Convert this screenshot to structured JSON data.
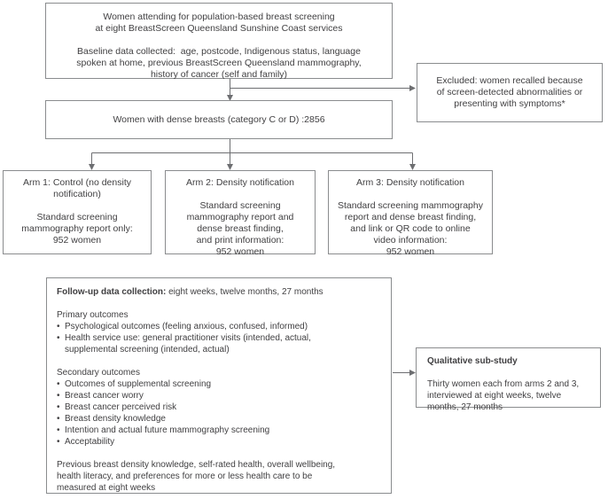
{
  "diagram": {
    "colors": {
      "border": "#8a8c8e",
      "connector": "#6d6e71",
      "text": "#414042"
    },
    "top_box": {
      "lines": [
        "Women attending for population-based breast screening",
        "at eight BreastScreen Queensland Sunshine Coast services",
        "",
        "Baseline data collected:  age, postcode, Indigenous status, language",
        "spoken at home, previous BreastScreen Queensland mammography,",
        "history of cancer (self and family)"
      ]
    },
    "excluded_box": {
      "lines": [
        "Excluded: women recalled because",
        "of screen-detected abnormalities or",
        "presenting with symptoms*"
      ]
    },
    "dense_box": {
      "text": "Women with dense breasts (category C or D) :2856"
    },
    "arm1_box": {
      "lines": [
        "Arm 1: Control (no density",
        "notification)",
        "",
        "Standard screening",
        "mammography report only:",
        "952 women"
      ]
    },
    "arm2_box": {
      "lines": [
        "Arm 2: Density notification",
        "",
        "Standard screening",
        "mammography report and",
        "dense breast finding,",
        "and print information:",
        "952 women"
      ]
    },
    "arm3_box": {
      "lines": [
        "Arm 3: Density notification",
        "",
        "Standard screening mammography",
        "report and dense breast finding,",
        "and link or QR code to online",
        "video information:",
        "952 women"
      ]
    },
    "followup_box": {
      "heading_bold": "Follow-up data collection:",
      "heading_rest": " eight weeks, twelve months, 27 months",
      "primary_label": "Primary outcomes",
      "bullet_marker": "•",
      "primary_bullet_1": "Psychological outcomes (feeling anxious, confused, informed)",
      "primary_bullet_2_line1": "Health service use: general practitioner visits (intended, actual,",
      "primary_bullet_2_line2": "supplemental screening (intended, actual)",
      "secondary_label": "Secondary outcomes",
      "secondary_bullets": [
        "Outcomes of supplemental screening",
        "Breast cancer worry",
        "Breast cancer perceived risk",
        "Breast density knowledge",
        "Intention and actual future mammography screening",
        "Acceptability"
      ],
      "closing_lines": [
        "Previous breast density knowledge, self-rated health, overall wellbeing,",
        "health literacy, and preferences for more or less health care to be",
        "measured at eight weeks"
      ]
    },
    "qualitative_box": {
      "title": "Qualitative sub-study",
      "body_lines": [
        "Thirty women each from arms 2 and 3,",
        "interviewed at eight weeks, twelve",
        "months, 27 months"
      ]
    }
  }
}
